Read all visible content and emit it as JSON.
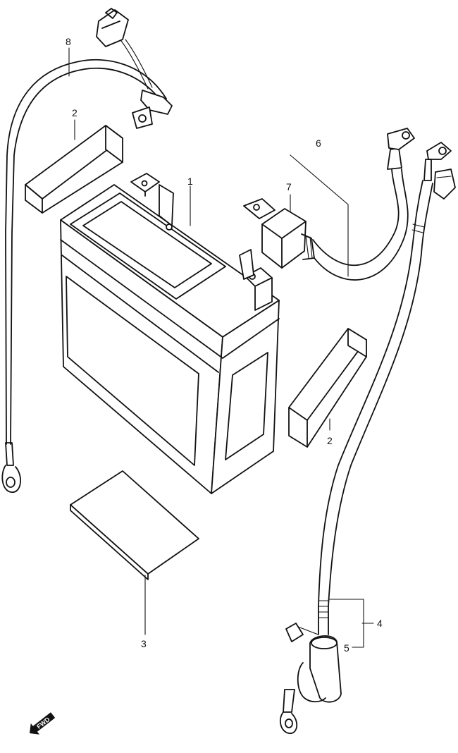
{
  "callouts": {
    "c1": "1",
    "c2a": "2",
    "c2b": "2",
    "c3": "3",
    "c4": "4",
    "c5": "5",
    "c6": "6",
    "c7": "7",
    "c8": "8"
  },
  "fwd_arrow": {
    "label": "FWD"
  }
}
